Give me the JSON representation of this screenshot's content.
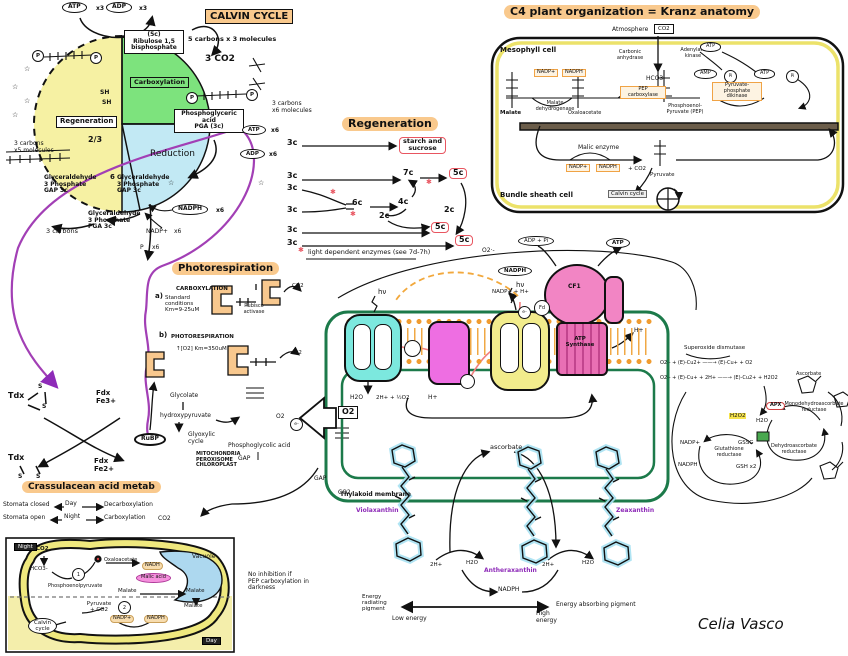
{
  "page": {
    "signature": "Celia Vasco"
  },
  "misc": {
    "star": "☆",
    "red_star": "✱"
  },
  "calvin": {
    "title": "CALVIN CYCLE",
    "mol_note": "5 carbons x 3 molecules",
    "atp": "ATP",
    "adp": "ADP",
    "x3": "x3",
    "x6": "x6",
    "rubp_box": "(5c)\nRibulose 1,5\nbisphosphate",
    "carboxylation": "Carboxylation",
    "co2": "3 CO2",
    "pga_box": "Phosphoglyceric\nacid\nPGA (3c)",
    "carbons_x6": "3 carbons\nx6 molecules",
    "regeneration": "Regeneration",
    "two_thirds": "2/3",
    "sh": "SH",
    "reduction": "Reduction",
    "carbons_x5": "3 carbons\nx5 molecules",
    "gap6": "6",
    "gap": "Glyceraldehyde\n3 Phosphate\nGAP 3c",
    "pga_small": "Glyceraldehyde\n3 Phosphate\nPGA 3c",
    "carbons3": "3 carbons",
    "nadph": "NADPH",
    "nadp": "NADP+",
    "p": "P"
  },
  "kranz": {
    "title": "C4 plant organization = Kranz anatomy",
    "atmosphere": "Atmosphere",
    "co2": "CO2",
    "mesophyll": "Mesophyll cell",
    "carbonic_anhydrase": "Carbonic\nanhydrase",
    "hco3": "HCO3-",
    "adenylate_kinase": "Adenylate\nkinase",
    "atp": "ATP",
    "amp": "AMP",
    "pi": "Pi",
    "nadp": "NADP+",
    "nadph": "NADPH",
    "malate_dh": "Malate\ndehydrogenase",
    "malate": "Malate",
    "oxaloacetate": "Oxaloacetate",
    "pep_carboxylase": "PEP\ncarboxylase",
    "pep": "Phosphoenol-\nPyruvate (PEP)",
    "ppdk": "Pyruvate-\nphosphate\ndikinase",
    "malic_enzyme": "Malic enzyme",
    "plus_co2": "+ CO2",
    "pyruvate": "Pyruvate",
    "calvin_cycle": "Calvin cycle",
    "bundle": "Bundle sheath cell"
  },
  "regen": {
    "title": "Regeneration",
    "c3": "3c",
    "c7": "7c",
    "c6": "6c",
    "c5": "5c",
    "c4": "4c",
    "c2": "2c",
    "starch": "starch and\nsucrose",
    "footnote": "light dependent enzymes (see 7d-7h)"
  },
  "photo": {
    "title": "Photorespiration",
    "carbox_head": "CARBOXYLATION",
    "a": "a)",
    "a_text": "Standard\nconditions\nKm=9-25uM",
    "activase": "Rubisco\nactivase",
    "co2": "CO2",
    "b": "b)",
    "b_head": "PHOTORESPIRATION",
    "b_text": "↑[O2]  Km=350uM",
    "o2": "O2",
    "glycolate": "Glycolate",
    "hydroxypyruvate": "hydroxypyruvate",
    "glyoxylic": "Glyoxylic\ncycle",
    "organelles": "MITOCHONDRIA\nPEROXISOME\nCHLOROPLAST",
    "pglycolic": "Phosphoglycolic acid",
    "rubp": "RuBP",
    "gap": "GAP",
    "co2b": "CO2"
  },
  "tdx": {
    "tdx": "Tdx",
    "s": "S",
    "fdx_ox": "Fdx\nFe3+",
    "fdx_red": "Fdx\nFe2+"
  },
  "cam": {
    "title": "Crassulacean acid metab",
    "closed": "Stomata closed",
    "day": "Day",
    "decarb": "Decarboxylation",
    "open": "Stomata open",
    "night": "Night",
    "carb": "Carboxylation",
    "co2": "CO2",
    "note": "No inhibition if\nPEP carboxylation in\ndarkness",
    "cell": {
      "night": "Night",
      "day": "Day",
      "co2": "CO2",
      "hco3": "HCO3-",
      "one": "1",
      "two": "2",
      "pep": "Phosphoenolpyruvate",
      "oxaloacetate": "Oxaloacetate",
      "nadh": "NADH",
      "malic": "Malic acid",
      "malate": "Malate",
      "vacuole": "Vacuole",
      "pyruvate": "Pyruvate\n+ CO2",
      "nadp": "NADP+",
      "nadph": "NADPH",
      "calvin": "Calvin\ncycle"
    }
  },
  "membrane": {
    "hv": "hν",
    "h2o": "H2O",
    "protons_o2": "2H+ + ½O2",
    "h": "H+",
    "nadp_h": "NADP+ + H+",
    "nadph": "NADPH",
    "adp_pi": "ADP + Pi",
    "atp": "ATP",
    "o2rad": "O2·-",
    "fd": "Fd",
    "e": "e-",
    "cf1": "CF1",
    "synthase": "ATP\nSynthase",
    "o2": "O2",
    "thylakoid": "Thylakoid membrane"
  },
  "xanth": {
    "violaxanthin": "Violaxanthin",
    "antheraxanthin": "Antheraxanthin",
    "zeaxanthin": "Zeaxanthin",
    "ascorbate": "ascorbate",
    "h2": "2H+",
    "h2o": "H2O",
    "nadph": "NADPH",
    "left": "Energy\nradiating\npigment",
    "low": "Low energy",
    "right": "Energy absorbing pigment",
    "high": "High\nenergy"
  },
  "ros": {
    "sod": "Superoxide dismutase",
    "eq1": "O2·- + (E)-Cu2+ ——→ (E)-Cu+ + O2",
    "eq2": "O2·- + (E)-Cu+ + 2H+ ——→ (E)-Cu2+ + H2O2",
    "h2o2": "H2O2",
    "h2o": "H2O",
    "apx": "APX",
    "mdhar": "Monodehydroascorbate\nreductase",
    "dhar": "Dehydroascorbate\nreductase",
    "gr": "Glutathione\nreductase",
    "nadp": "NADP+",
    "nadph": "NADPH",
    "gssg": "GSSG",
    "gsh": "GSH x2",
    "ascorbate": "Ascorbate"
  }
}
